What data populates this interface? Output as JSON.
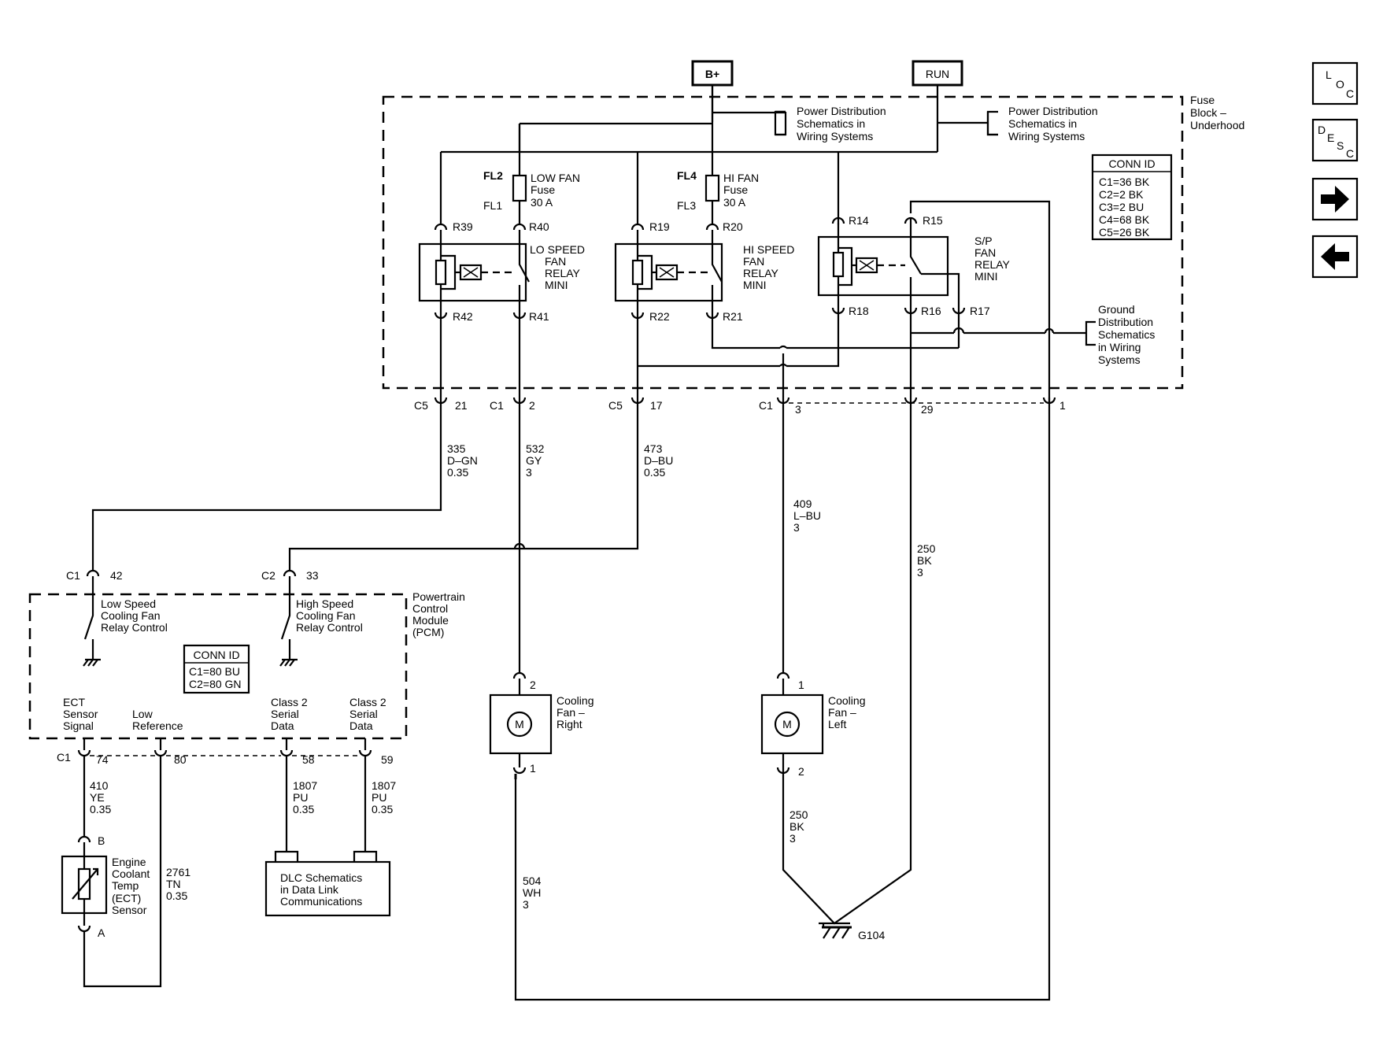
{
  "power": {
    "bplus": "B+",
    "run": "RUN"
  },
  "fuse_block": {
    "title": [
      "Fuse",
      "Block –",
      "Underhood"
    ],
    "power_ref_1": [
      "Power Distribution",
      "Schematics in",
      "Wiring Systems"
    ],
    "power_ref_2": [
      "Power Distribution",
      "Schematics in",
      "Wiring Systems"
    ],
    "conn_id": {
      "title": "CONN ID",
      "lines": [
        "C1=36 BK",
        "C2=2 BK",
        "C3=2 BU",
        "C4=68 BK",
        "C5=26 BK"
      ]
    },
    "ground_ref": [
      "Ground",
      "Distribution",
      "Schematics",
      "in Wiring",
      "Systems"
    ]
  },
  "fuses": [
    {
      "top": "FL2",
      "bottom": "FL1",
      "name": [
        "LOW FAN",
        "Fuse",
        "30 A"
      ]
    },
    {
      "top": "FL4",
      "bottom": "FL3",
      "name": [
        "HI FAN",
        "Fuse",
        "30 A"
      ]
    }
  ],
  "relays": [
    {
      "name": [
        "LO SPEED",
        "FAN",
        "RELAY",
        "MINI"
      ]
    },
    {
      "name": [
        "HI SPEED",
        "FAN",
        "RELAY",
        "MINI"
      ]
    },
    {
      "name": [
        "S/P",
        "FAN",
        "RELAY",
        "MINI"
      ]
    }
  ],
  "pins": {
    "r39": "R39",
    "r40": "R40",
    "r19": "R19",
    "r20": "R20",
    "r14": "R14",
    "r15": "R15",
    "r42": "R42",
    "r41": "R41",
    "r22": "R22",
    "r21": "R21",
    "r18": "R18",
    "r16": "R16",
    "r17": "R17"
  },
  "connectors": {
    "c5a": "C5",
    "c5a_pin": "21",
    "c1a": "C1",
    "c1a_pin": "2",
    "c5b": "C5",
    "c5b_pin": "17",
    "c1b": "C1",
    "c1b_pin": "3",
    "pin29": "29",
    "pin1": "1"
  },
  "wires": {
    "w335": [
      "335",
      "D–GN",
      "0.35"
    ],
    "w532": [
      "532",
      "GY",
      "3"
    ],
    "w473": [
      "473",
      "D–BU",
      "0.35"
    ],
    "w409": [
      "409",
      "L–BU",
      "3"
    ],
    "w250a": [
      "250",
      "BK",
      "3"
    ],
    "w250b": [
      "250",
      "BK",
      "3"
    ],
    "w504": [
      "504",
      "WH",
      "3"
    ],
    "w410": [
      "410",
      "YE",
      "0.35"
    ],
    "w2761": [
      "2761",
      "TN",
      "0.35"
    ],
    "w1807a": [
      "1807",
      "PU",
      "0.35"
    ],
    "w1807b": [
      "1807",
      "PU",
      "0.35"
    ]
  },
  "pcm": {
    "title": [
      "Powertrain",
      "Control",
      "Module",
      "(PCM)"
    ],
    "c1_42": "C1",
    "pin42": "42",
    "c2_33": "C2",
    "pin33": "33",
    "low_ctrl": [
      "Low Speed",
      "Cooling Fan",
      "Relay Control"
    ],
    "high_ctrl": [
      "High Speed",
      "Cooling Fan",
      "Relay Control"
    ],
    "conn_id": {
      "title": "CONN ID",
      "lines": [
        "C1=80 BU",
        "C2=80 GN"
      ]
    },
    "ect_signal": [
      "ECT",
      "Sensor",
      "Signal"
    ],
    "low_ref": [
      "Low",
      "Reference"
    ],
    "serial1": [
      "Class 2",
      "Serial",
      "Data"
    ],
    "serial2": [
      "Class 2",
      "Serial",
      "Data"
    ],
    "c1_bottom": "C1",
    "pin74": "74",
    "pin80": "80",
    "pin58": "58",
    "pin59": "59"
  },
  "sensor": {
    "name": [
      "Engine",
      "Coolant",
      "Temp",
      "(ECT)",
      "Sensor"
    ],
    "pin_b": "B",
    "pin_a": "A"
  },
  "dlc": [
    "DLC Schematics",
    "in Data Link",
    "Communications"
  ],
  "fan_right": {
    "name": [
      "Cooling",
      "Fan –",
      "Right"
    ],
    "motor": "M",
    "pin_top": "2",
    "pin_bottom": "1"
  },
  "fan_left": {
    "name": [
      "Cooling",
      "Fan –",
      "Left"
    ],
    "motor": "M",
    "pin_top": "1",
    "pin_bottom": "2"
  },
  "ground": "G104",
  "nav": {
    "loc": [
      "L",
      "O",
      "C"
    ],
    "desc": [
      "D",
      "E",
      "S",
      "C"
    ]
  }
}
